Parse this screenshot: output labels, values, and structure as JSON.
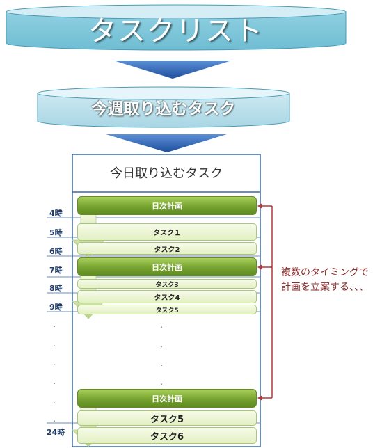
{
  "header": {
    "title": "タスクリスト"
  },
  "weekly": {
    "title": "今週取り込むタスク"
  },
  "today": {
    "title": "今日取り込むタスク"
  },
  "times": [
    "4時",
    "5時",
    "6時",
    "7時",
    "8時",
    "9時",
    "24時"
  ],
  "plan_label": "日次計画",
  "tasks": [
    "タスク１",
    "タスク2",
    "タスク3",
    "タスク4",
    "タスク5",
    "タスク5",
    "タスク6"
  ],
  "ellipsis": ".",
  "note": {
    "line1": "複数のタイミングで",
    "line2": "計画を立案する、、、"
  },
  "colors": {
    "cylinder_top": "#d3edf4",
    "cylinder_body": "#8fcfe0",
    "arrow_blue": "#2b63b3",
    "frame_border": "#3a6aa5",
    "plan_green": "#77a331",
    "task_fill": "#eef6dc",
    "note_red": "#8b2b2b"
  }
}
